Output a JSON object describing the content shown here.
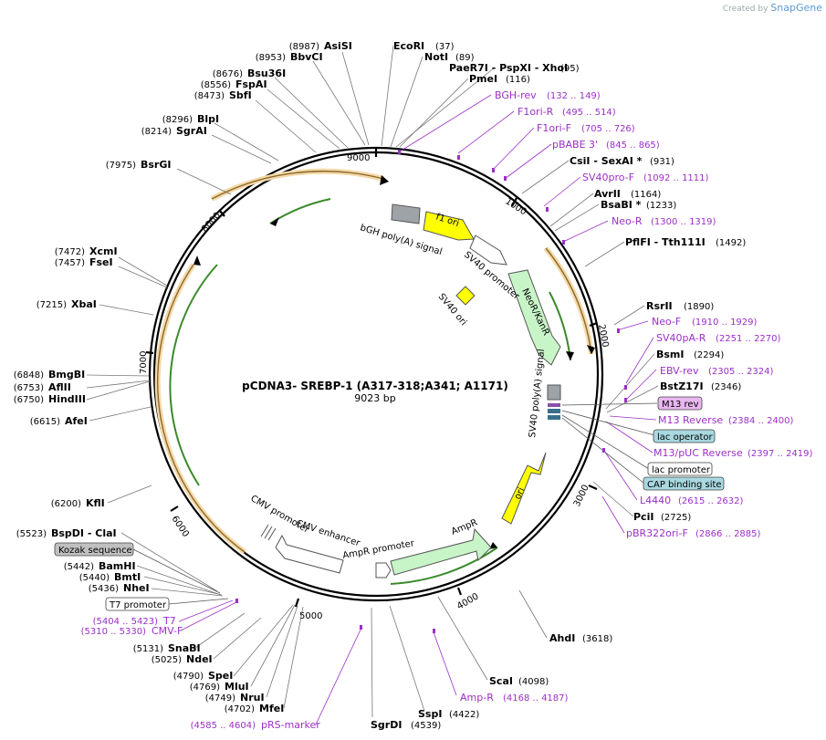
{
  "brand": {
    "created_by": "Created by",
    "app": "SnapGene"
  },
  "plasmid": {
    "name": "pCDNA3- SREBP-1 (A317-318;A341; A1171)",
    "length": "9023 bp"
  },
  "ticks": [
    "1000",
    "2000",
    "3000",
    "4000",
    "5000",
    "6000",
    "7000",
    "8000",
    "9000"
  ],
  "features": [
    {
      "name": "f1 ori",
      "color": "#ffff00"
    },
    {
      "name": "bGH poly(A) signal",
      "color": "#9ea3a8"
    },
    {
      "name": "SV40 promoter",
      "color": "#ffffff"
    },
    {
      "name": "NeoR/KanR",
      "color": "#c8f5c8"
    },
    {
      "name": "SV40 ori",
      "color": "#ffff00"
    },
    {
      "name": "SV40 poly(A) signal",
      "color": "#9ea3a8"
    },
    {
      "name": "ori",
      "color": "#ffff00"
    },
    {
      "name": "AmpR",
      "color": "#c8f5c8"
    },
    {
      "name": "AmpR promoter",
      "color": "#ffffff"
    },
    {
      "name": "CMV enhancer",
      "color": "#ffffff"
    },
    {
      "name": "CMV promoter",
      "color": "#ffffff"
    }
  ],
  "enzymes": [
    {
      "name": "AsiSI",
      "pos": "(8987)"
    },
    {
      "name": "BbvCI",
      "pos": "(8953)"
    },
    {
      "name": "Bsu36I",
      "pos": "(8676)"
    },
    {
      "name": "FspAI",
      "pos": "(8556)"
    },
    {
      "name": "SbfI",
      "pos": "(8473)"
    },
    {
      "name": "BlpI",
      "pos": "(8296)"
    },
    {
      "name": "SgrAI",
      "pos": "(8214)"
    },
    {
      "name": "BsrGI",
      "pos": "(7975)"
    },
    {
      "name": "XcmI",
      "pos": "(7472)"
    },
    {
      "name": "FseI",
      "pos": "(7457)"
    },
    {
      "name": "XbaI",
      "pos": "(7215)"
    },
    {
      "name": "BmgBI",
      "pos": "(6848)"
    },
    {
      "name": "AflII",
      "pos": "(6753)"
    },
    {
      "name": "HindIII",
      "pos": "(6750)"
    },
    {
      "name": "AfeI",
      "pos": "(6615)"
    },
    {
      "name": "KflI",
      "pos": "(6200)"
    },
    {
      "name": "BspDI - ClaI",
      "pos": "(5523)"
    },
    {
      "name": "BamHI",
      "pos": "(5442)"
    },
    {
      "name": "BmtI",
      "pos": "(5440)"
    },
    {
      "name": "NheI",
      "pos": "(5436)"
    },
    {
      "name": "SnaBI",
      "pos": "(5131)"
    },
    {
      "name": "NdeI",
      "pos": "(5025)"
    },
    {
      "name": "SpeI",
      "pos": "(4790)"
    },
    {
      "name": "MluI",
      "pos": "(4769)"
    },
    {
      "name": "NruI",
      "pos": "(4749)"
    },
    {
      "name": "MfeI",
      "pos": "(4702)"
    },
    {
      "name": "SgrDI",
      "pos": "(4539)"
    },
    {
      "name": "SspI",
      "pos": "(4422)"
    },
    {
      "name": "ScaI",
      "pos": "(4098)"
    },
    {
      "name": "AhdI",
      "pos": "(3618)"
    },
    {
      "name": "PciI",
      "pos": "(2725)"
    },
    {
      "name": "BstZ17I",
      "pos": "(2346)"
    },
    {
      "name": "BsmI",
      "pos": "(2294)"
    },
    {
      "name": "RsrII",
      "pos": "(1890)"
    },
    {
      "name": "PflFI - Tth111I",
      "pos": "(1492)"
    },
    {
      "name": "BsaBI *",
      "pos": "(1233)"
    },
    {
      "name": "AvrII",
      "pos": "(1164)"
    },
    {
      "name": "CsiI - SexAI *",
      "pos": "(931)"
    },
    {
      "name": "PmeI",
      "pos": "(116)"
    },
    {
      "name": "PaeR7I - PspXI - XhoI",
      "pos": "(95)"
    },
    {
      "name": "NotI",
      "pos": "(89)"
    },
    {
      "name": "EcoRI",
      "pos": "(37)"
    }
  ],
  "primers": [
    {
      "name": "BGH-rev",
      "pos": "(132 .. 149)"
    },
    {
      "name": "F1ori-R",
      "pos": "(495 .. 514)"
    },
    {
      "name": "F1ori-F",
      "pos": "(705 .. 726)"
    },
    {
      "name": "pBABE 3'",
      "pos": "(845 .. 865)"
    },
    {
      "name": "SV40pro-F",
      "pos": "(1092 .. 1111)"
    },
    {
      "name": "Neo-R",
      "pos": "(1300 .. 1319)"
    },
    {
      "name": "Neo-F",
      "pos": "(1910 .. 1929)"
    },
    {
      "name": "SV40pA-R",
      "pos": "(2251 .. 2270)"
    },
    {
      "name": "EBV-rev",
      "pos": "(2305 .. 2324)"
    },
    {
      "name": "M13 Reverse",
      "pos": "(2384 .. 2400)"
    },
    {
      "name": "M13/pUC Reverse",
      "pos": "(2397 .. 2419)"
    },
    {
      "name": "L4440",
      "pos": "(2615 .. 2632)"
    },
    {
      "name": "pBR322ori-F",
      "pos": "(2866 .. 2885)"
    },
    {
      "name": "Amp-R",
      "pos": "(4168 .. 4187)"
    },
    {
      "name": "pRS-marker",
      "pos": "(4585 .. 4604)"
    },
    {
      "name": "CMV-F",
      "pos": "(5310 .. 5330)"
    },
    {
      "name": "T7",
      "pos": "(5404 .. 5423)"
    }
  ],
  "boxed": [
    {
      "name": "M13 rev",
      "fill": "#e8b6f0"
    },
    {
      "name": "lac operator",
      "fill": "#a8d8e0"
    },
    {
      "name": "lac promoter",
      "fill": "#ffffff"
    },
    {
      "name": "CAP binding site",
      "fill": "#a8d8e0"
    },
    {
      "name": "Kozak sequence",
      "fill": "#c0c0c0"
    },
    {
      "name": "T7 promoter",
      "fill": "#ffffff"
    }
  ]
}
